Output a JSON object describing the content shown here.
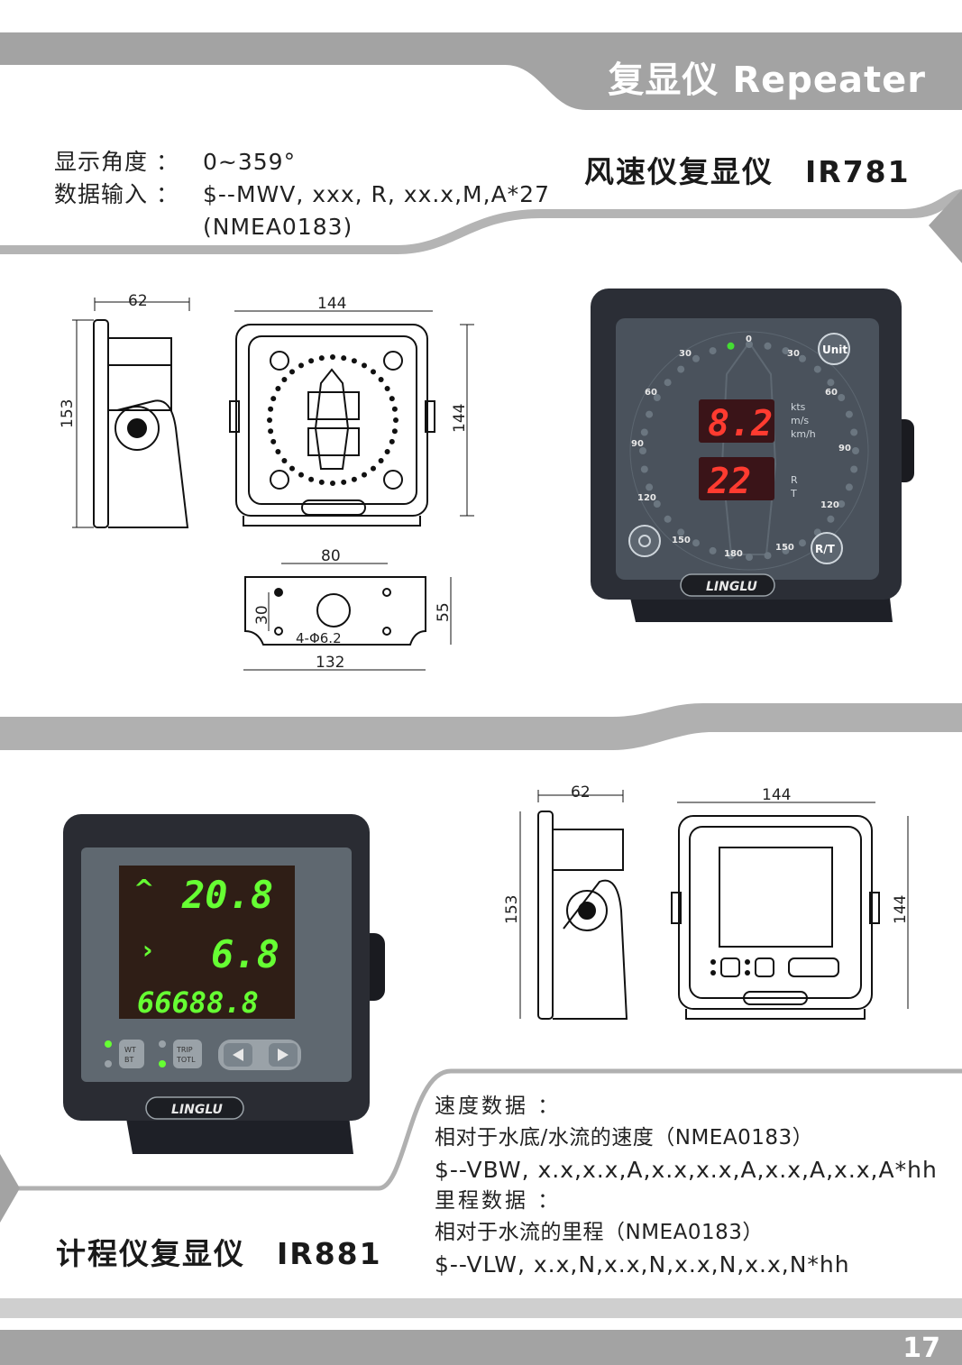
{
  "header": {
    "title": "复显仪 Repeater"
  },
  "wind": {
    "title": "风速仪复显仪　IR781",
    "specs": [
      {
        "label": "显示角度 ：",
        "value": "0~359°"
      },
      {
        "label": "数据输入 ：",
        "value": "$--MWV, xxx, R, xx.x,M,A*27"
      }
    ],
    "spec_extra": "(NMEA0183)",
    "dims": {
      "side_depth": "62",
      "side_height": "153",
      "front_width": "144",
      "front_height": "144",
      "mount_spacing": "80",
      "mount_offset": "30",
      "mount_height": "55",
      "hole": "4-Φ6.2",
      "mount_width": "132"
    },
    "display": {
      "speed": "8.2",
      "angle": "22",
      "units": [
        "kts",
        "m/s",
        "km/h"
      ],
      "modes": [
        "R",
        "T"
      ],
      "scale": [
        "0",
        "30",
        "30",
        "60",
        "60",
        "90",
        "90",
        "120",
        "120",
        "150",
        "150",
        "180"
      ],
      "button_unit": "Unit",
      "button_rt": "R/T",
      "brand": "LINGLU"
    }
  },
  "log": {
    "title": "计程仪复显仪　IR881",
    "dims": {
      "side_depth": "62",
      "side_height": "153",
      "front_width": "144",
      "front_height": "144"
    },
    "display": {
      "speed": "20.8",
      "speed2": "6.8",
      "distance": "66688.8",
      "button1_l1": "WT",
      "button1_l2": "BT",
      "button2_l1": "TRIP",
      "button2_l2": "TOTL",
      "brand": "LINGLU"
    },
    "data": {
      "speed_heading": "速度数据 ：",
      "speed_desc": "相对于水底/水流的速度（NMEA0183）",
      "speed_code": "$--VBW, x.x,x.x,A,x.x,x.x,A,x.x,A,x.x,A*hh",
      "dist_heading": "里程数据 ：",
      "dist_desc": "相对于水流的里程（NMEA0183）",
      "dist_code": "$--VLW, x.x,N,x.x,N,x.x,N,x.x,N*hh"
    }
  },
  "page_number": "17",
  "colors": {
    "band": "#a0a0a0",
    "band_light": "#c8c8c8",
    "segment_red": "#ff3b30",
    "segment_green": "#66ff33",
    "device": "#2a2d35"
  }
}
